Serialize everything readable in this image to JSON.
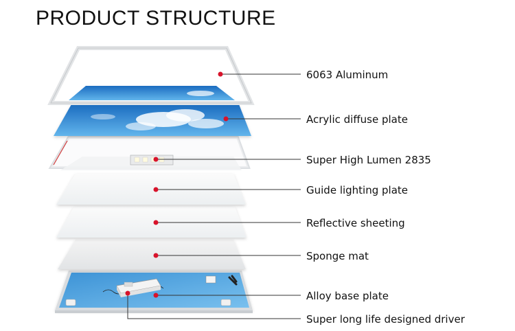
{
  "title": "PRODUCT STRUCTURE",
  "colors": {
    "leader_line": "#333333",
    "marker": "#d8132b",
    "sky_top": "#1e74c8",
    "sky_bottom": "#5fb2ea",
    "frame": "#e4e6e8"
  },
  "layers": [
    {
      "id": "aluminum",
      "label": "6063 Aluminum"
    },
    {
      "id": "acrylic",
      "label": "Acrylic diffuse plate"
    },
    {
      "id": "led",
      "label": "Super High Lumen 2835"
    },
    {
      "id": "guide",
      "label": "Guide lighting plate"
    },
    {
      "id": "reflective",
      "label": "Reflective sheeting"
    },
    {
      "id": "sponge",
      "label": "Sponge mat"
    },
    {
      "id": "base",
      "label": "Alloy base plate"
    },
    {
      "id": "driver",
      "label": "Super long life designed driver"
    }
  ]
}
